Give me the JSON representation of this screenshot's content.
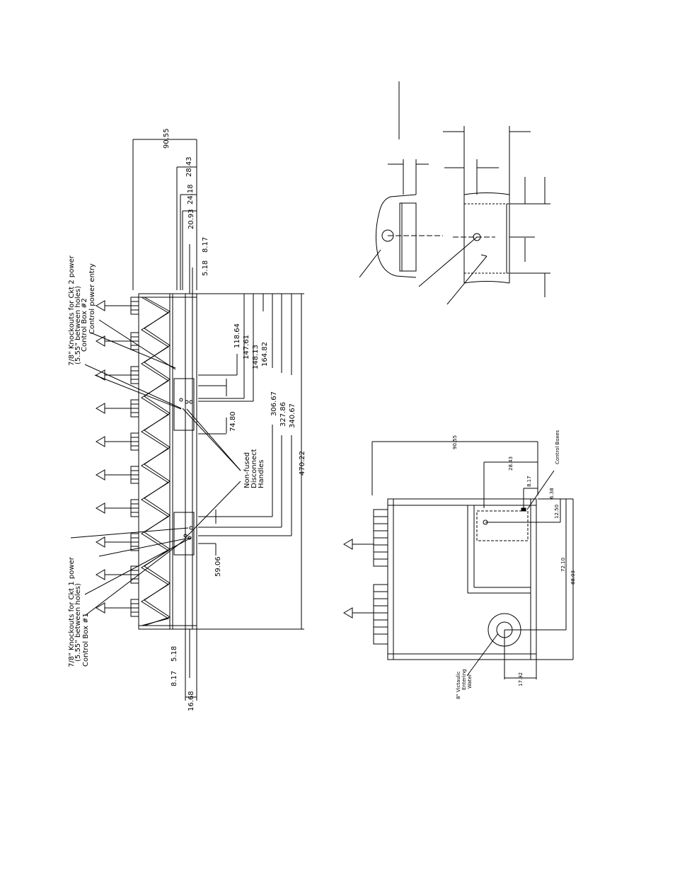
{
  "colors": {
    "line": "#000000",
    "background": "#ffffff"
  },
  "top_view": {
    "dims": {
      "d90_55": "90.55",
      "d28_43": "28.43",
      "d24_18": "24.18",
      "d20_93": "20.93",
      "d8_17a": "8.17",
      "d5_18a": "5.18",
      "d118_64": "118.64",
      "d147_61": "147.61",
      "d148_13": "148.13",
      "d164_82": "164.82",
      "d74_80": "74.80",
      "d306_67": "306.67",
      "d327_86": "327.86",
      "d340_67": "340.67",
      "d470_22": "470.22",
      "d59_06": "59.06",
      "d5_18b": "5.18",
      "d8_17b": "8.17",
      "d16_68": "16.68"
    },
    "notes": {
      "knock2_l1": "7/8\" Knockouts for Ckt 2 power",
      "knock2_l2": "(5.55\" between holes)",
      "cbox2": "Control Box #2",
      "cpower": "Control power entry",
      "nonfused_l1": "Non-fused",
      "nonfused_l2": "Disconnect",
      "nonfused_l3": "Handles",
      "knock1_l1": "7/8\" Knockouts for Ckt 1 power",
      "knock1_l2": "(5.55\" between holes)",
      "cbox1": "Control Box #1"
    }
  },
  "side_view": {
    "dims": {
      "d90_55": "90.55",
      "d28_43": "28.43",
      "d8_17": "8.17",
      "d6_38": "6.38",
      "d12_50": "12.50",
      "d72_10": "72.10",
      "d88_03": "88.03",
      "d17_92": "17.92"
    },
    "notes": {
      "control_boxes": "Control Boxes",
      "victaulic_l1": "8\" Victaulic",
      "victaulic_l2": "Entering",
      "victaulic_l3": "Water"
    }
  }
}
